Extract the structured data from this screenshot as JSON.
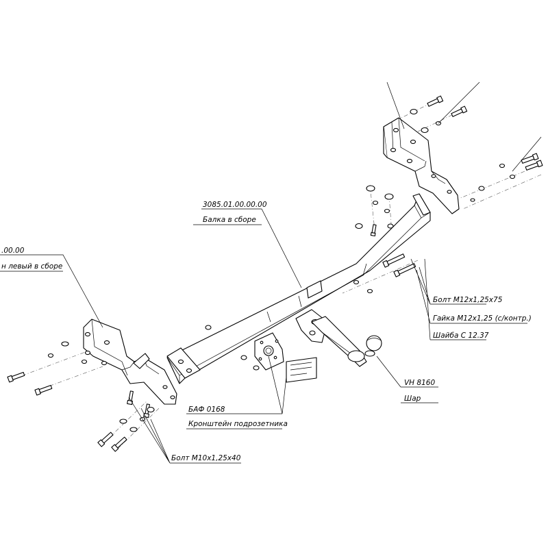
{
  "labels": {
    "beam_code": "3085.01.00.00.00",
    "beam_name": "Балка в сборе",
    "left_code_partial": ".00.00",
    "left_name_partial": "н левый в сборе",
    "bolt_m12": "Болт  М12х1,25х75",
    "nut_m12": "Гайка М12х1,25 (с/контр.)",
    "washer": "Шайба С 12.37",
    "ball_code": "VH 8160",
    "ball_name": "Шар",
    "baf_code": "БАФ 0168",
    "socket_bracket": "Кронштейн подрозетника",
    "bolt_m10": "Болт  М10х1,25х40"
  }
}
